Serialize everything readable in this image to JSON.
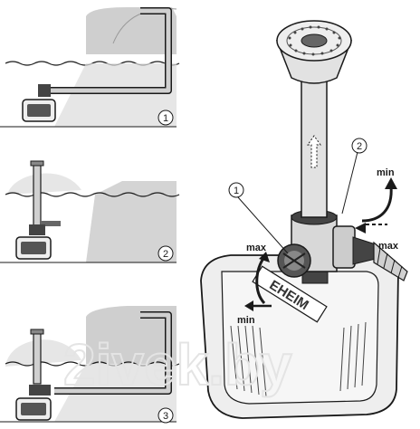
{
  "panels": [
    {
      "number": "1"
    },
    {
      "number": "2"
    },
    {
      "number": "3"
    }
  ],
  "callouts": {
    "callout_1": "1",
    "callout_2": "2"
  },
  "adjustments": {
    "left_max": "max",
    "left_min": "min",
    "right_min": "min",
    "right_max": "max"
  },
  "pump_brand": "EHEIM",
  "watermark": "2ivek.by",
  "colors": {
    "line": "#1a1a1a",
    "gray_ramp": "#cfcfcf",
    "pipe_fill": "#d0d0d0",
    "pump_fill": "#eeeeee"
  }
}
